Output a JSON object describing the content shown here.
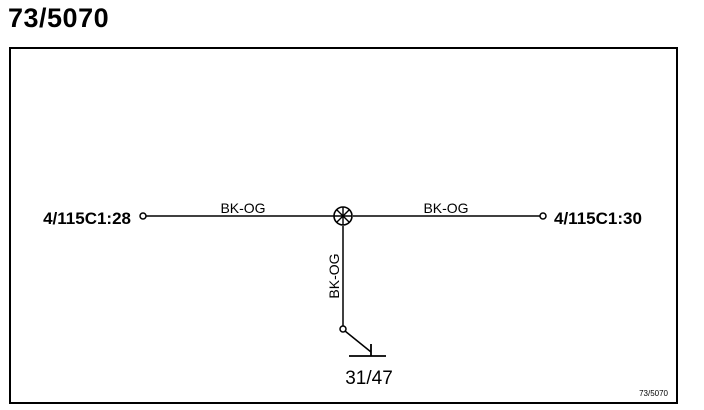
{
  "title": "73/5070",
  "connectors": {
    "left": "4/115C1:28",
    "right": "4/115C1:30"
  },
  "wires": {
    "left": "BK-OG",
    "right": "BK-OG",
    "down": "BK-OG"
  },
  "ground": {
    "label": "31/47"
  },
  "reference": "73/5070",
  "icons": {
    "splice": "splice-icon",
    "ground": "ground-icon",
    "terminal": "terminal-icon"
  },
  "colors": {
    "line": "#000000",
    "background": "#ffffff"
  }
}
